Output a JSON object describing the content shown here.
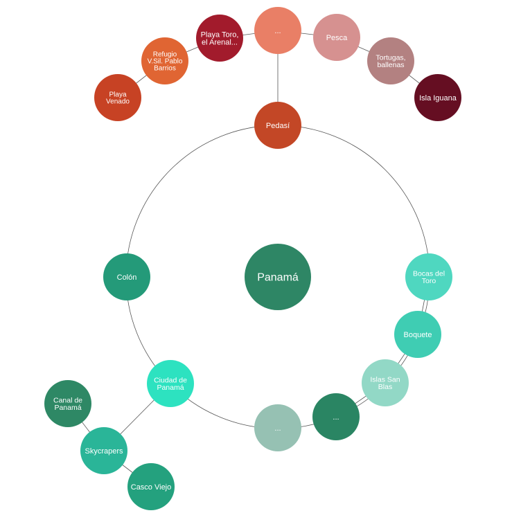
{
  "diagram": {
    "nodes": [
      {
        "id": "panama",
        "label": "Panamá",
        "color": "#2e8665"
      },
      {
        "id": "pedasi",
        "label": "Pedasí",
        "color": "#c34726"
      },
      {
        "id": "dots-top",
        "label": "...",
        "color": "#e97f66"
      },
      {
        "id": "playa-toro",
        "label": "Playa Toro,\nel Arenal...",
        "color": "#a21b2c"
      },
      {
        "id": "refugio",
        "label": "Refugio\nV.Sil. Pablo\nBarrios",
        "color": "#e06533"
      },
      {
        "id": "playa-venado",
        "label": "Playa\nVenado",
        "color": "#c74224"
      },
      {
        "id": "pesca",
        "label": "Pesca",
        "color": "#d69190"
      },
      {
        "id": "tortugas",
        "label": "Tortugas,\nballenas",
        "color": "#b38181"
      },
      {
        "id": "isla-iguana",
        "label": "Isla Iguana",
        "color": "#650e22"
      },
      {
        "id": "bocas",
        "label": "Bocas del\nToro",
        "color": "#4fd7c0"
      },
      {
        "id": "boquete",
        "label": "Boquete",
        "color": "#3fcdb3"
      },
      {
        "id": "islas-san-blas",
        "label": "Islas San\nBlas",
        "color": "#92d8c6"
      },
      {
        "id": "dots-bottom-right",
        "label": "...",
        "color": "#2a8563"
      },
      {
        "id": "dots-bottom",
        "label": "...",
        "color": "#96c1b3"
      },
      {
        "id": "ciudad",
        "label": "Ciudad de\nPanamá",
        "color": "#2de2c0"
      },
      {
        "id": "colon",
        "label": "Colón",
        "color": "#249a79"
      },
      {
        "id": "canal",
        "label": "Canal de\nPanamá",
        "color": "#2e8865"
      },
      {
        "id": "skycrapers",
        "label": "Skycrapers",
        "color": "#2ab598"
      },
      {
        "id": "casco-viejo",
        "label": "Casco Viejo",
        "color": "#24a17e"
      }
    ],
    "edges": [
      [
        "pedasi",
        "dots-top"
      ],
      [
        "dots-top",
        "playa-toro"
      ],
      [
        "playa-toro",
        "refugio"
      ],
      [
        "refugio",
        "playa-venado"
      ],
      [
        "dots-top",
        "pesca"
      ],
      [
        "pesca",
        "tortugas"
      ],
      [
        "tortugas",
        "isla-iguana"
      ],
      [
        "bocas",
        "boquete"
      ],
      [
        "boquete",
        "islas-san-blas"
      ],
      [
        "islas-san-blas",
        "dots-bottom-right"
      ],
      [
        "ciudad",
        "skycrapers"
      ],
      [
        "skycrapers",
        "canal"
      ],
      [
        "skycrapers",
        "casco-viejo"
      ]
    ]
  }
}
